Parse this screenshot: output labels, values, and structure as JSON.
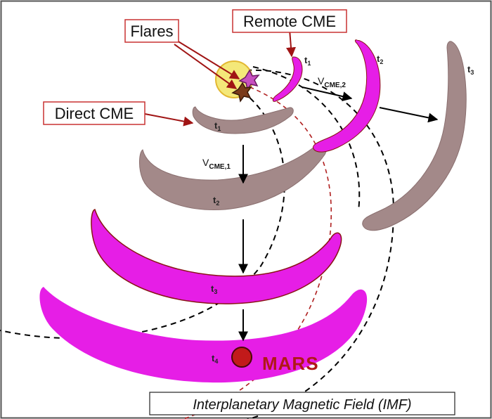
{
  "labels": {
    "flares": "Flares",
    "remote_cme": "Remote CME",
    "direct_cme": "Direct CME",
    "mars": "MARS",
    "imf": "Interplanetary Magnetic Field (IMF)"
  },
  "velocity": {
    "direct": {
      "main": "V",
      "sub": "CME,1"
    },
    "remote": {
      "main": "V",
      "sub": "CME,2"
    }
  },
  "time_labels": {
    "remote": [
      {
        "main": "t",
        "sub": "1"
      },
      {
        "main": "t",
        "sub": "2"
      },
      {
        "main": "t",
        "sub": "3"
      }
    ],
    "direct": [
      {
        "main": "t",
        "sub": "1"
      },
      {
        "main": "t",
        "sub": "2"
      },
      {
        "main": "t",
        "sub": "3"
      },
      {
        "main": "t",
        "sub": "4"
      }
    ]
  },
  "colors": {
    "magenta": "#e61ee6",
    "gray": "#a38989",
    "box_border": "#c83232",
    "dark_red_arrow": "#a01414",
    "mars": "#c21a1a",
    "sun": "#f4e879"
  }
}
